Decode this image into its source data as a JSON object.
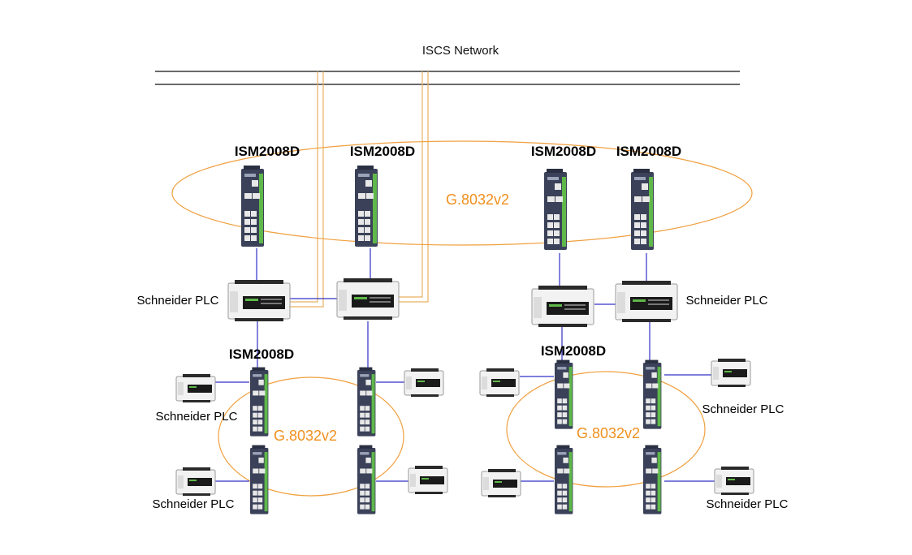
{
  "network": {
    "label": "ISCS Network",
    "switch_model": "ISM2008D",
    "plc_label": "Schneider PLC",
    "ring_protocol": "G.8032v2"
  },
  "colors": {
    "ring": "#f0a040",
    "ring_text": "#f0901e",
    "uplink": "#e8b060",
    "link": "#3030c8",
    "bus": "#111111",
    "switch_body": "#3a4158",
    "switch_stripe": "#5fb84a",
    "plc_body": "#f2f2f2",
    "plc_display": "#1a1a1a"
  }
}
